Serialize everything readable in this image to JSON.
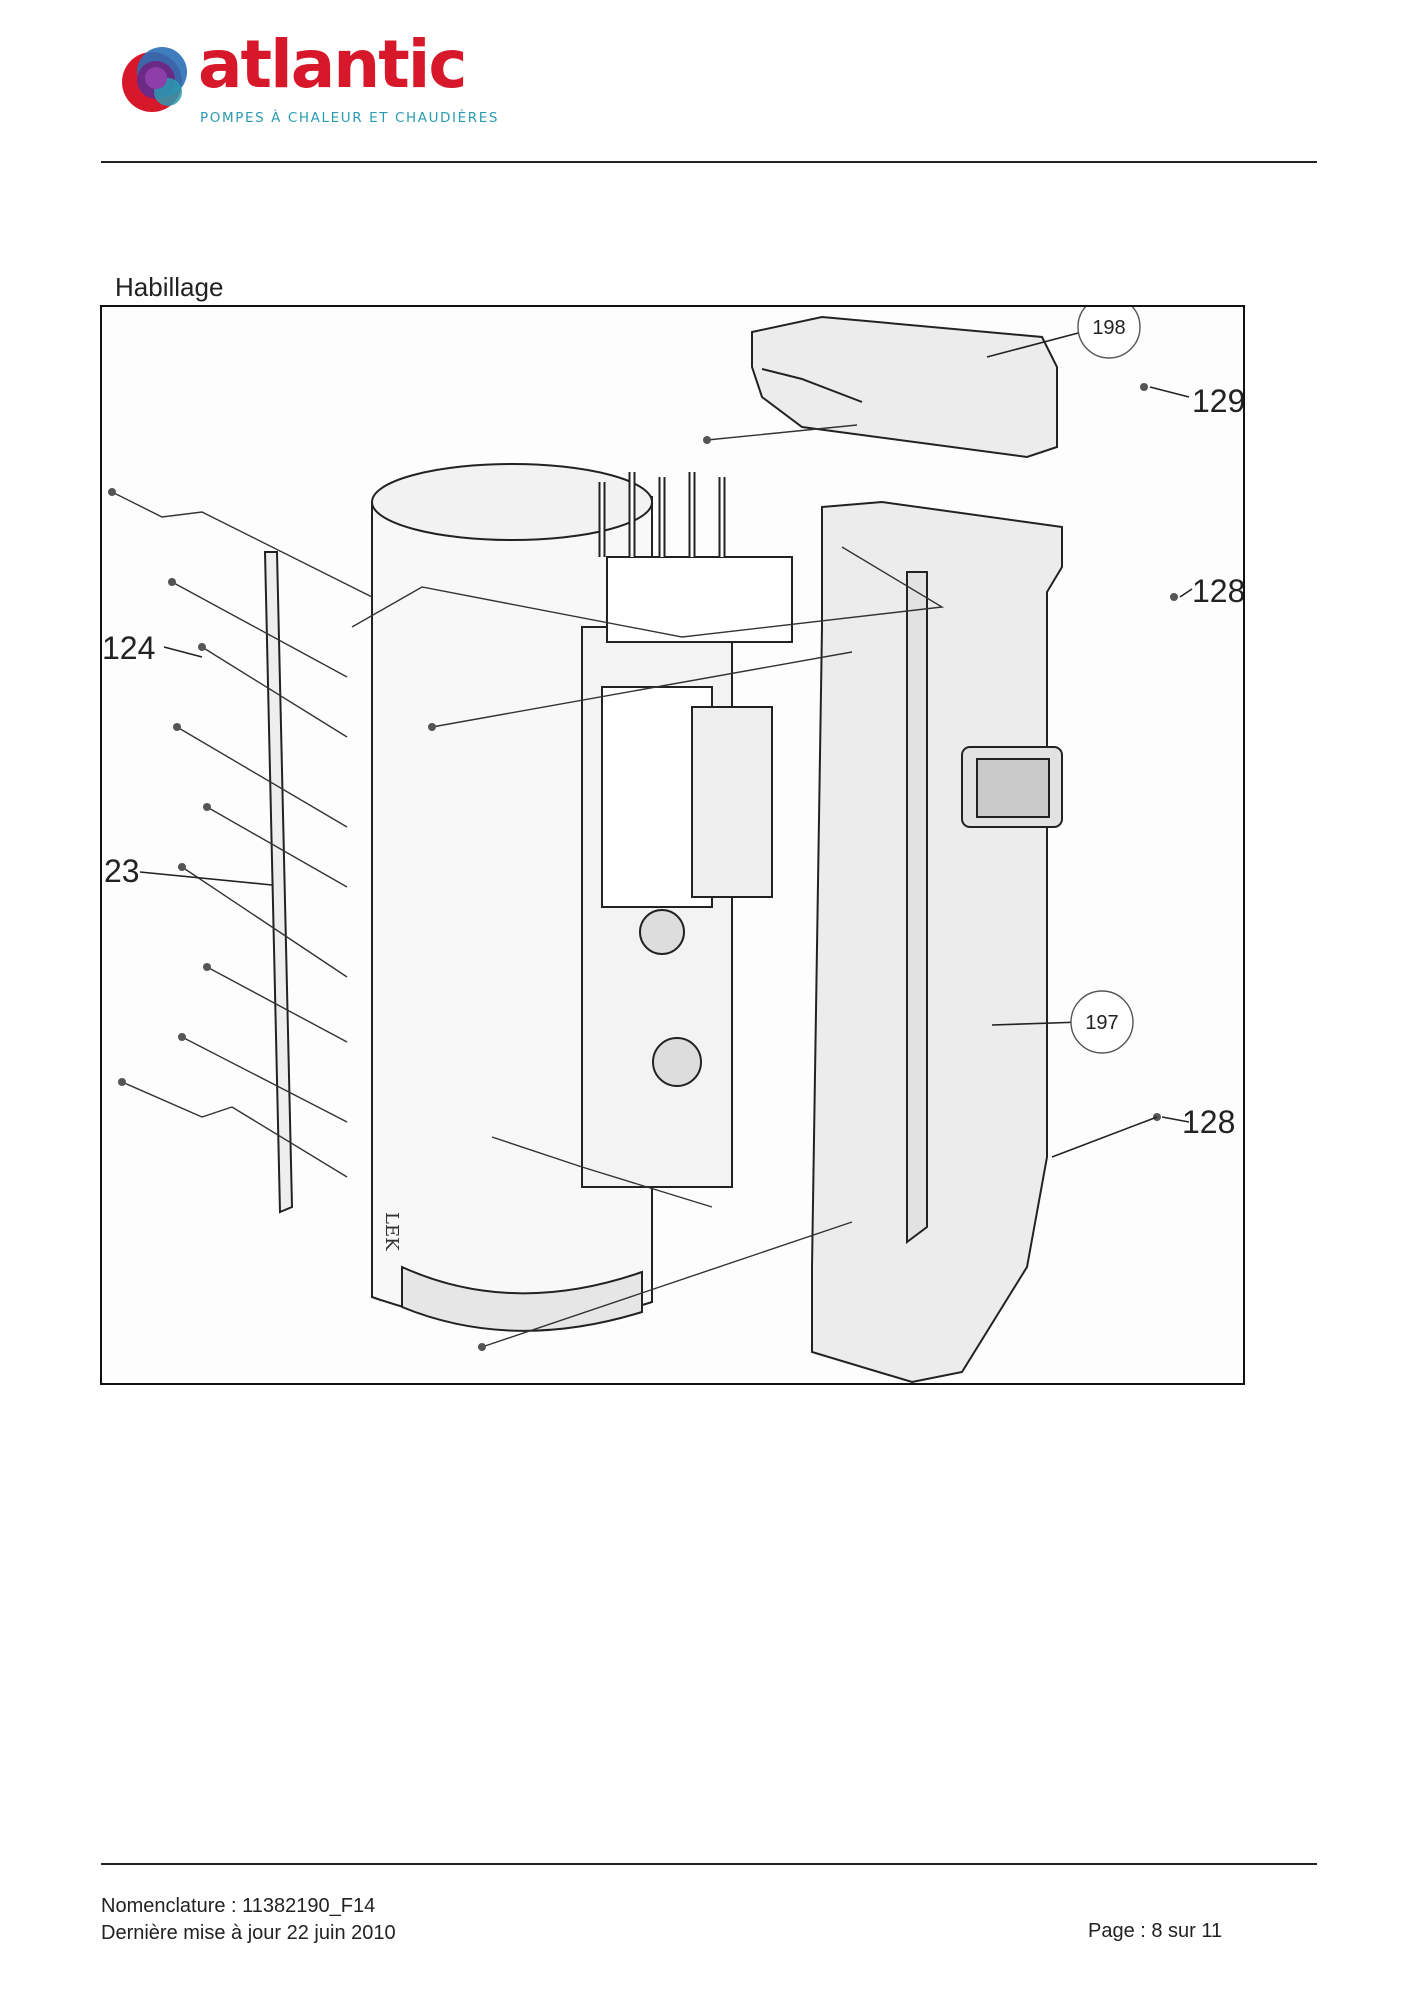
{
  "header": {
    "logo_word": "atlantic",
    "logo_tagline": "POMPES À CHALEUR ET CHAUDIÈRES",
    "brand_colors": {
      "red": "#d7182a",
      "purple": "#6b2a86",
      "blue": "#2a6fb8",
      "teal": "#2a9bb0"
    }
  },
  "section": {
    "title": "Habillage"
  },
  "diagram": {
    "callouts": [
      "198",
      "129",
      "128",
      "124",
      "23",
      "197",
      "128"
    ],
    "tank_marking": "LEK"
  },
  "footer": {
    "nomenclature": "Nomenclature : 11382190_F14",
    "last_update": "Dernière mise à jour 22 juin 2010",
    "page": "Page : 8 sur 11"
  }
}
